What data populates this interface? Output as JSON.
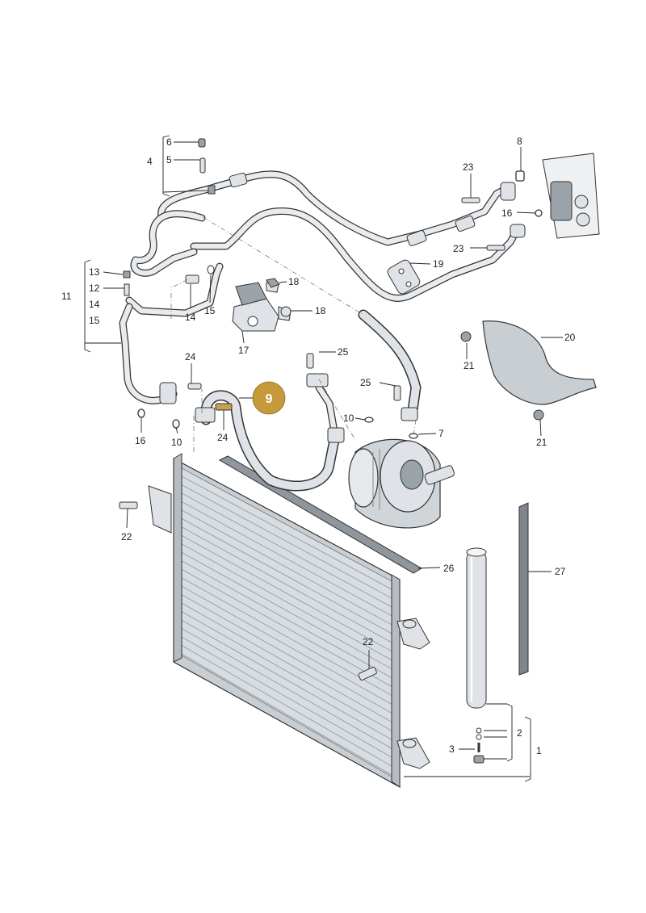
{
  "highlight": {
    "label": "9",
    "color": "#c49a3a",
    "text_color": "#ffffff"
  },
  "callouts": {
    "c1": "1",
    "c2": "2",
    "c3": "3",
    "c4": "4",
    "c5": "5",
    "c6": "6",
    "c7": "7",
    "c8": "8",
    "c10a": "10",
    "c10b": "10",
    "c11": "11",
    "c12": "12",
    "c13": "13",
    "c14a": "14",
    "c14b": "14",
    "c15a": "15",
    "c15b": "15",
    "c16a": "16",
    "c16b": "16",
    "c17": "17",
    "c18a": "18",
    "c18b": "18",
    "c19": "19",
    "c20": "20",
    "c21a": "21",
    "c21b": "21",
    "c22a": "22",
    "c22b": "22",
    "c23a": "23",
    "c23b": "23",
    "c24a": "24",
    "c24b": "24",
    "c25a": "25",
    "c25b": "25",
    "c26": "26",
    "c27": "27"
  },
  "colors": {
    "line": "#222222",
    "metal": "#dfe3e7",
    "shadow": "#9aa2aa",
    "accent": "#c49a3a"
  }
}
